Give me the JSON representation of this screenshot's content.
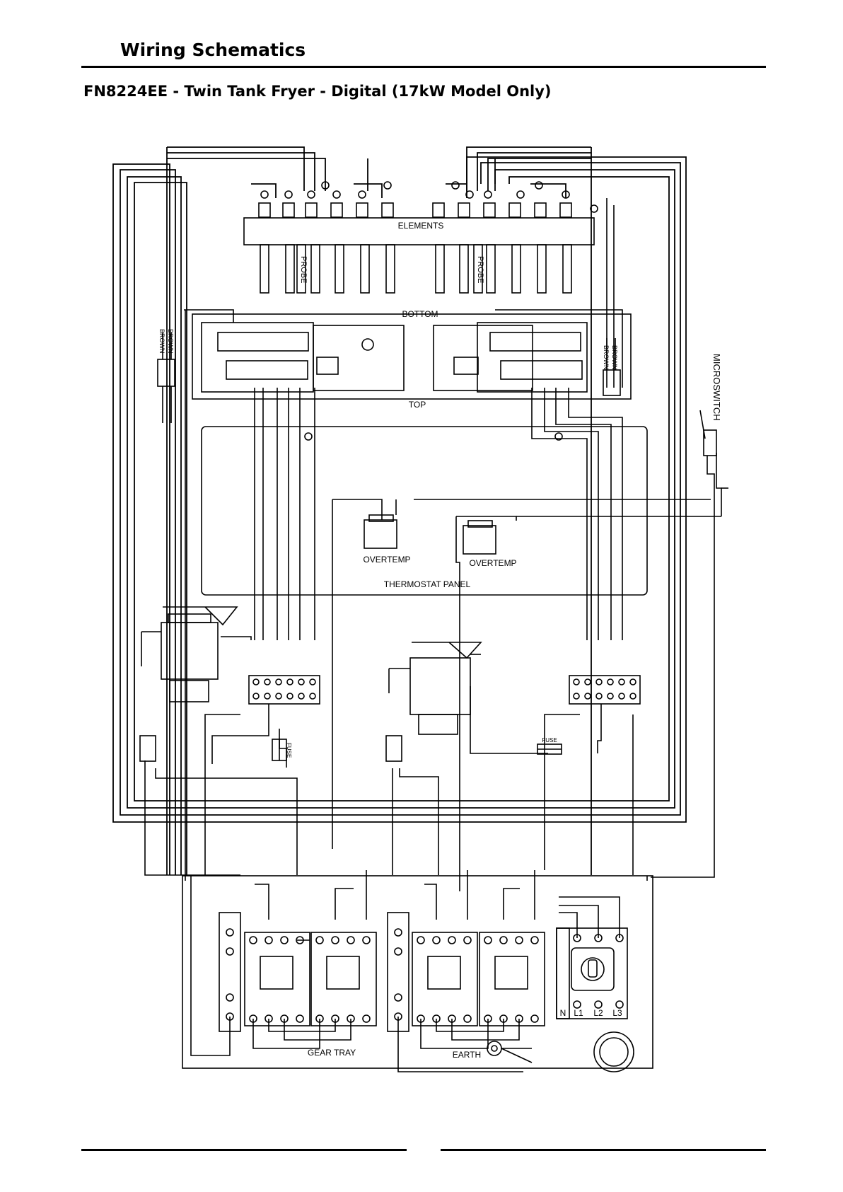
{
  "header": {
    "section_title": "Wiring Schematics",
    "model_title": "FN8224EE - Twin Tank Fryer - Digital (17kW Model Only)"
  },
  "diagram": {
    "labels": {
      "elements": "ELEMENTS",
      "probe_left": "PROBE",
      "probe_right": "PROBE",
      "bottom": "BOTTOM",
      "top": "TOP",
      "brown_left_a": "BROWN",
      "brown_left_b": "BROWN",
      "brown_right_a": "BROWN",
      "brown_right_b": "BROWN",
      "microswitch": "MICROSWITCH",
      "overtemp_left": "OVERTEMP",
      "overtemp_right": "OVERTEMP",
      "thermostat_panel": "THERMOSTAT PANEL",
      "fuse_left": "FUSE",
      "fuse_right": "FUSE",
      "gear_tray": "GEAR TRAY",
      "earth": "EARTH",
      "isolator_n": "N",
      "isolator_l1": "L1",
      "isolator_l2": "L2",
      "isolator_l3": "L3"
    }
  }
}
